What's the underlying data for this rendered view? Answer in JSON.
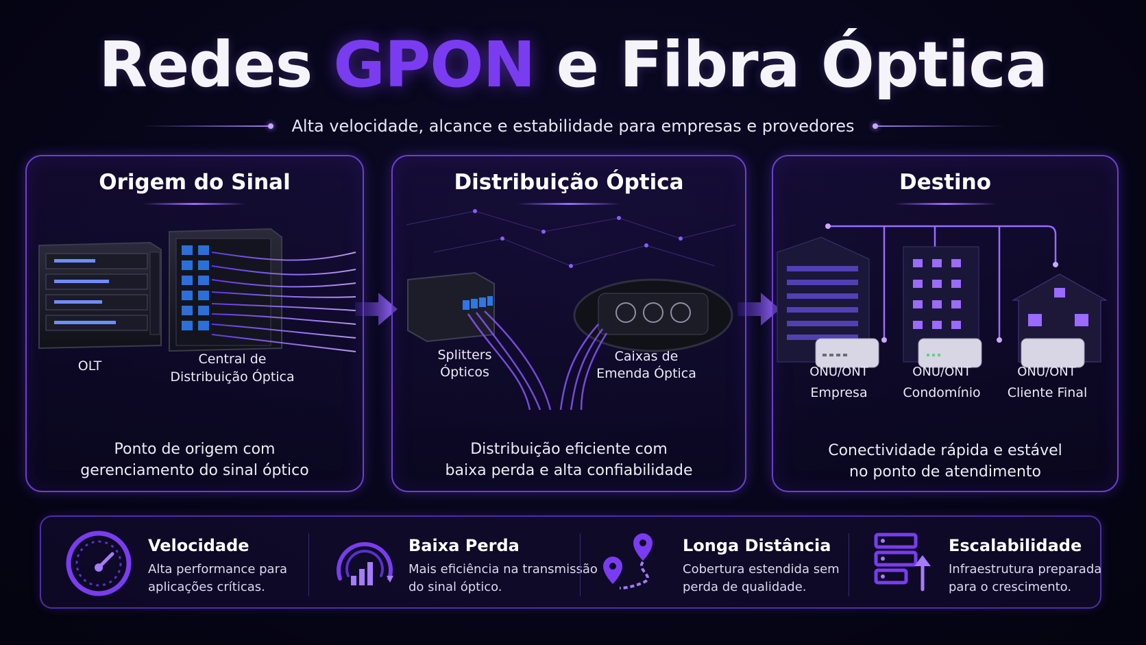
{
  "header": {
    "title_part1": "Redes",
    "title_accent": "GPON",
    "title_part2": "e Fibra Óptica",
    "subtitle": "Alta velocidade, alcance e estabilidade para empresas e provedores"
  },
  "panels": {
    "origin": {
      "title": "Origem do Sinal",
      "olt_label": "OLT",
      "central_label_1": "Central de",
      "central_label_2": "Distribuição Óptica",
      "desc_1": "Ponto de origem com",
      "desc_2": "gerenciamento do sinal óptico"
    },
    "distribution": {
      "title": "Distribuição Óptica",
      "splitters_label_1": "Splitters",
      "splitters_label_2": "Ópticos",
      "caixas_label_1": "Caixas de",
      "caixas_label_2": "Emenda Óptica",
      "desc_1": "Distribuição eficiente com",
      "desc_2": "baixa perda e alta confiabilidade"
    },
    "destination": {
      "title": "Destino",
      "onu_label": "ONU/ONT",
      "empresa": "Empresa",
      "condominio": "Condomínio",
      "cliente": "Cliente Final",
      "desc_1": "Conectividade rápida e estável",
      "desc_2": "no ponto de atendimento"
    }
  },
  "features": [
    {
      "title": "Velocidade",
      "desc_1": "Alta performance para",
      "desc_2": "aplicações críticas.",
      "icon": "speedometer-icon"
    },
    {
      "title": "Baixa Perda",
      "desc_1": "Mais eficiência na transmissão",
      "desc_2": "do sinal óptico.",
      "icon": "signal-icon"
    },
    {
      "title": "Longa Distância",
      "desc_1": "Cobertura estendida sem",
      "desc_2": "perda de qualidade.",
      "icon": "route-pin-icon"
    },
    {
      "title": "Escalabilidade",
      "desc_1": "Infraestrutura preparada",
      "desc_2": "para o crescimento.",
      "icon": "server-stack-icon"
    }
  ],
  "colors": {
    "accent": "#7a3cf0",
    "border": "#6b3fd0",
    "background": "#07061a"
  }
}
